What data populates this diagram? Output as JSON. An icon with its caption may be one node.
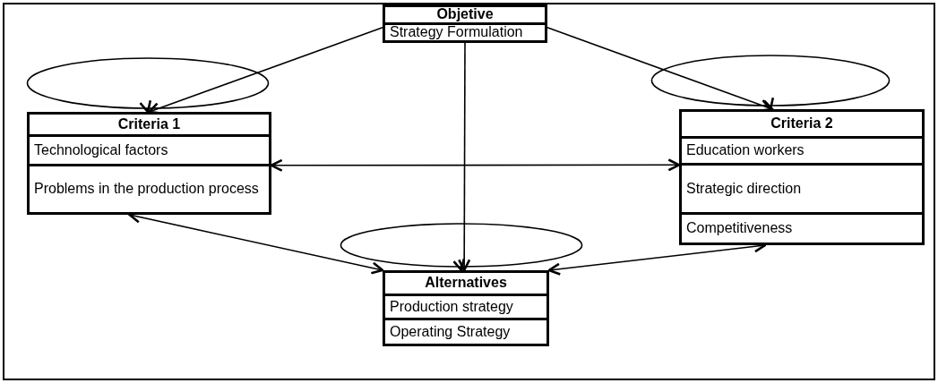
{
  "diagram": {
    "nodes": [
      {
        "text": [
          "Objetive",
          "Strategy Formulation"
        ]
      },
      {
        "text": [
          "Criteria 1",
          "Technological factors",
          "Problems in the production process"
        ]
      },
      {
        "text": [
          "Criteria 2",
          "Education workers",
          "Strategic direction",
          "Competitiveness"
        ]
      },
      {
        "text": [
          "Alternatives",
          "Production strategy",
          "Operating Strategy"
        ]
      }
    ],
    "edges": [
      {
        "from": 0,
        "to": 1,
        "arrow": "to"
      },
      {
        "from": 0,
        "to": 2,
        "arrow": "to"
      },
      {
        "from": 0,
        "to": 3,
        "arrow": "to"
      },
      {
        "from": 1,
        "to": 2,
        "arrow": "both"
      },
      {
        "from": 1,
        "to": 3,
        "arrow": "both"
      },
      {
        "from": 3,
        "to": 2,
        "arrow": "both"
      },
      {
        "from": 1,
        "to": 1,
        "arrow": "to"
      },
      {
        "from": 2,
        "to": 2,
        "arrow": "to"
      },
      {
        "from": 3,
        "to": 3,
        "arrow": "to"
      }
    ]
  }
}
